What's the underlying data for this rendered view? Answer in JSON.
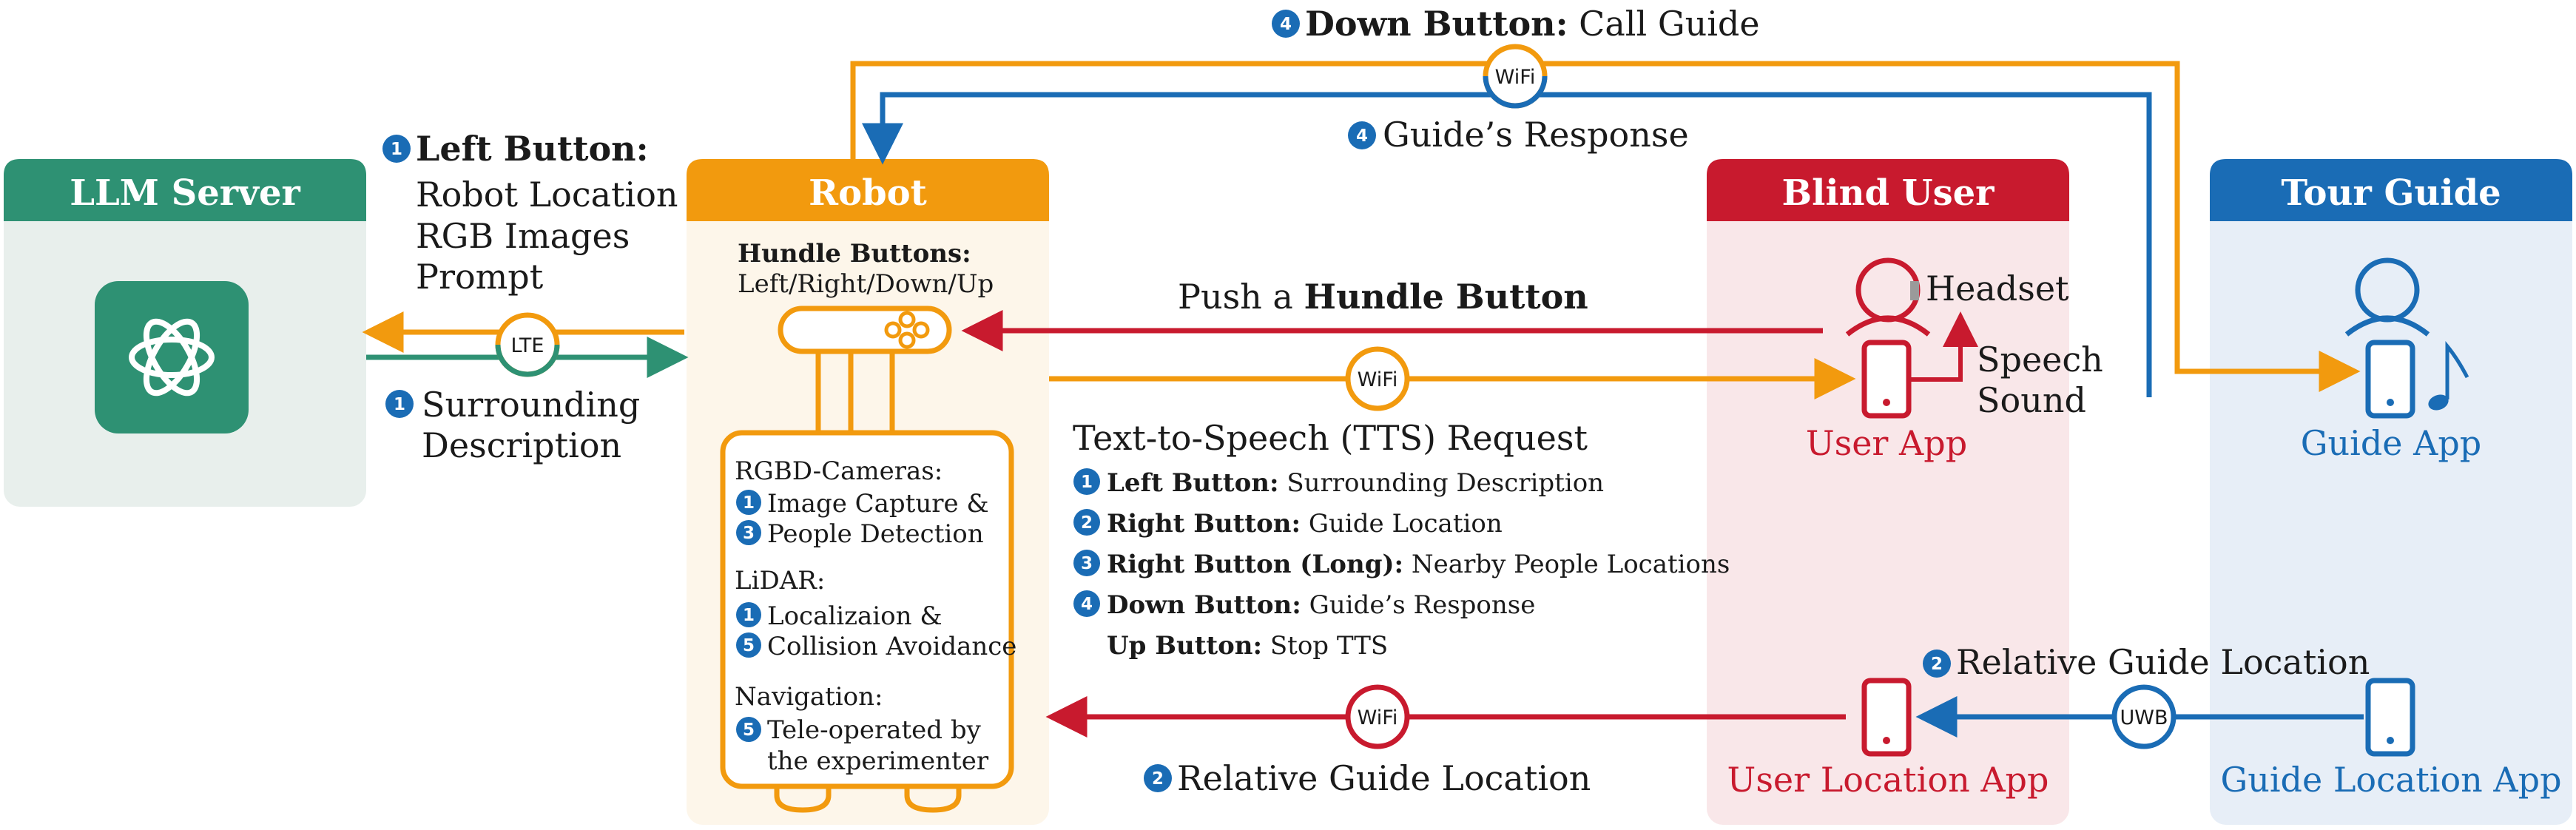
{
  "colors": {
    "green": "#2e9173",
    "orange": "#f29a0e",
    "red": "#c81a2e",
    "blue": "#1a6cb5",
    "green_bg": "#e8efec",
    "orange_bg": "#fdf6ea",
    "red_bg": "#f9e7e9",
    "blue_bg": "#e7eef7"
  },
  "boxes": {
    "llm_server": "LLM Server",
    "robot": "Robot",
    "blind_user": "Blind User",
    "tour_guide": "Tour Guide"
  },
  "icons": {
    "llm_logo": "openai-logo-icon",
    "headset": "headset-person-icon",
    "phone": "smartphone-icon",
    "music_note": "music-note-icon",
    "guide_person": "person-icon"
  },
  "top": {
    "down_call_num": "4",
    "down_call_bold": "Down Button:",
    "down_call_rest": " Call Guide",
    "wifi": "WiFi",
    "guide_response_num": "4",
    "guide_response": "Guide’s Response"
  },
  "llm_request": {
    "num": "1",
    "title": "Left Button:",
    "lines": [
      "Robot Location",
      "RGB Images",
      "Prompt"
    ]
  },
  "llm_link": {
    "pill": "LTE"
  },
  "llm_response": {
    "num": "1",
    "lines": [
      "Surrounding",
      "Description"
    ]
  },
  "robot": {
    "buttons_title": "Hundle Buttons:",
    "buttons_sub": "Left/Right/Down/Up",
    "rgbd_title": "RGBD-Cameras:",
    "rgbd_items": [
      {
        "num": "1",
        "text": "Image Capture &"
      },
      {
        "num": "3",
        "text": "People Detection"
      }
    ],
    "lidar_title": "LiDAR:",
    "lidar_items": [
      {
        "num": "1",
        "text": "Localizaion &"
      },
      {
        "num": "5",
        "text": "Collision Avoidance"
      }
    ],
    "nav_title": "Navigation:",
    "nav_item": {
      "num": "5",
      "text": "Tele-operated by",
      "text2": "the experimenter"
    }
  },
  "middle": {
    "push_plain": "Push a ",
    "push_bold": "Hundle Button",
    "wifi": "WiFi",
    "tts_title": "Text-to-Speech (TTS) Request",
    "tts_items": [
      {
        "num": "1",
        "bold": "Left Button:",
        "rest": " Surrounding Description"
      },
      {
        "num": "2",
        "bold": "Right Button:",
        "rest": " Guide Location"
      },
      {
        "num": "3",
        "bold": "Right Button (Long):",
        "rest": " Nearby People Locations"
      },
      {
        "num": "4",
        "bold": "Down Button:",
        "rest": " Guide’s Response"
      },
      {
        "num": "",
        "bold": "Up Button:",
        "rest": " Stop TTS"
      }
    ]
  },
  "blind_user": {
    "headset": "Headset",
    "speech": "Speech",
    "sound": "Sound",
    "user_app": "User App",
    "user_location_app": "User Location App"
  },
  "tour_guide": {
    "guide_app": "Guide App",
    "guide_location_app": "Guide Location App"
  },
  "bottom": {
    "relative_top_num": "2",
    "relative_top": "Relative Guide Location",
    "uwb": "UWB",
    "wifi": "WiFi",
    "relative_bottom_num": "2",
    "relative_bottom": "Relative Guide Location"
  }
}
